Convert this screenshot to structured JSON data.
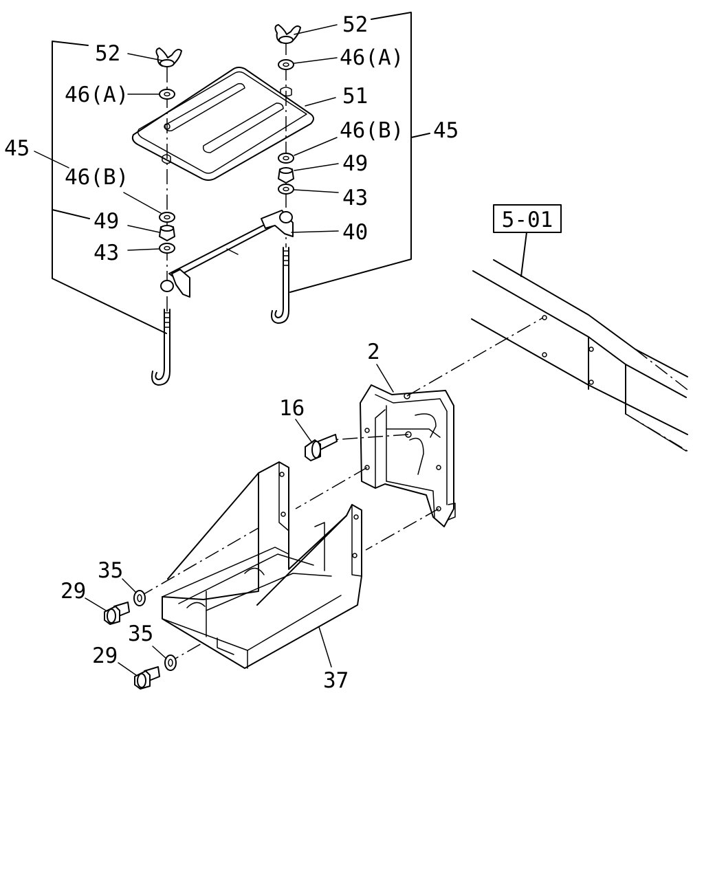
{
  "labels": {
    "l52_left": "52",
    "l46a_left": "46(A)",
    "l45_left": "45",
    "l46b_left": "46(B)",
    "l49_left": "49",
    "l43_left": "43",
    "l52_right": "52",
    "l46a_right": "46(A)",
    "l51": "51",
    "l46b_right": "46(B)",
    "l45_right": "45",
    "l49_right": "49",
    "l43_right": "43",
    "l40": "40",
    "l2": "2",
    "l16": "16",
    "l35_top": "35",
    "l29_top": "29",
    "l35_bottom": "35",
    "l29_bottom": "29",
    "l37": "37",
    "ref": "5-01"
  }
}
